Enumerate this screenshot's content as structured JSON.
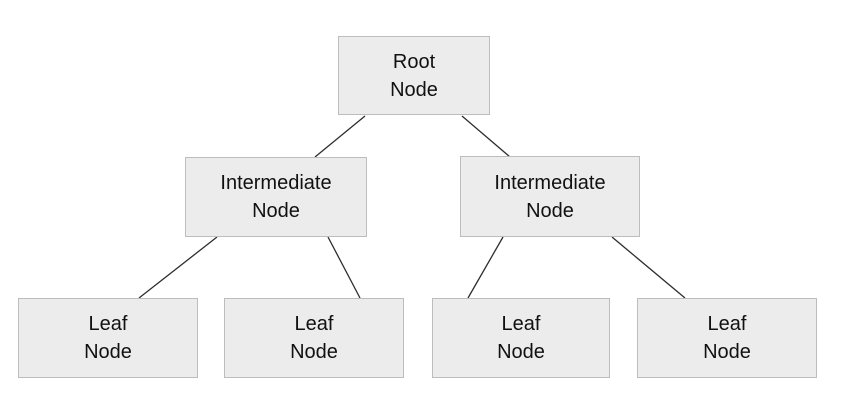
{
  "diagram": {
    "type": "tree",
    "background_color": "#ffffff",
    "node_fill_color": "#ececec",
    "node_border_color": "#bdbdbd",
    "edge_color": "#2d2d2d",
    "text_color": "#111111",
    "nodes": [
      {
        "id": "root",
        "label": "Root\nNode",
        "level": 0
      },
      {
        "id": "intermediate-left",
        "label": "Intermediate\nNode",
        "level": 1
      },
      {
        "id": "intermediate-right",
        "label": "Intermediate\nNode",
        "level": 1
      },
      {
        "id": "leaf-1",
        "label": "Leaf\nNode",
        "level": 2
      },
      {
        "id": "leaf-2",
        "label": "Leaf\nNode",
        "level": 2
      },
      {
        "id": "leaf-3",
        "label": "Leaf\nNode",
        "level": 2
      },
      {
        "id": "leaf-4",
        "label": "Leaf\nNode",
        "level": 2
      }
    ],
    "edges": [
      {
        "from": "root",
        "to": "intermediate-left"
      },
      {
        "from": "root",
        "to": "intermediate-right"
      },
      {
        "from": "intermediate-left",
        "to": "leaf-1"
      },
      {
        "from": "intermediate-left",
        "to": "leaf-2"
      },
      {
        "from": "intermediate-right",
        "to": "leaf-3"
      },
      {
        "from": "intermediate-right",
        "to": "leaf-4"
      }
    ]
  }
}
